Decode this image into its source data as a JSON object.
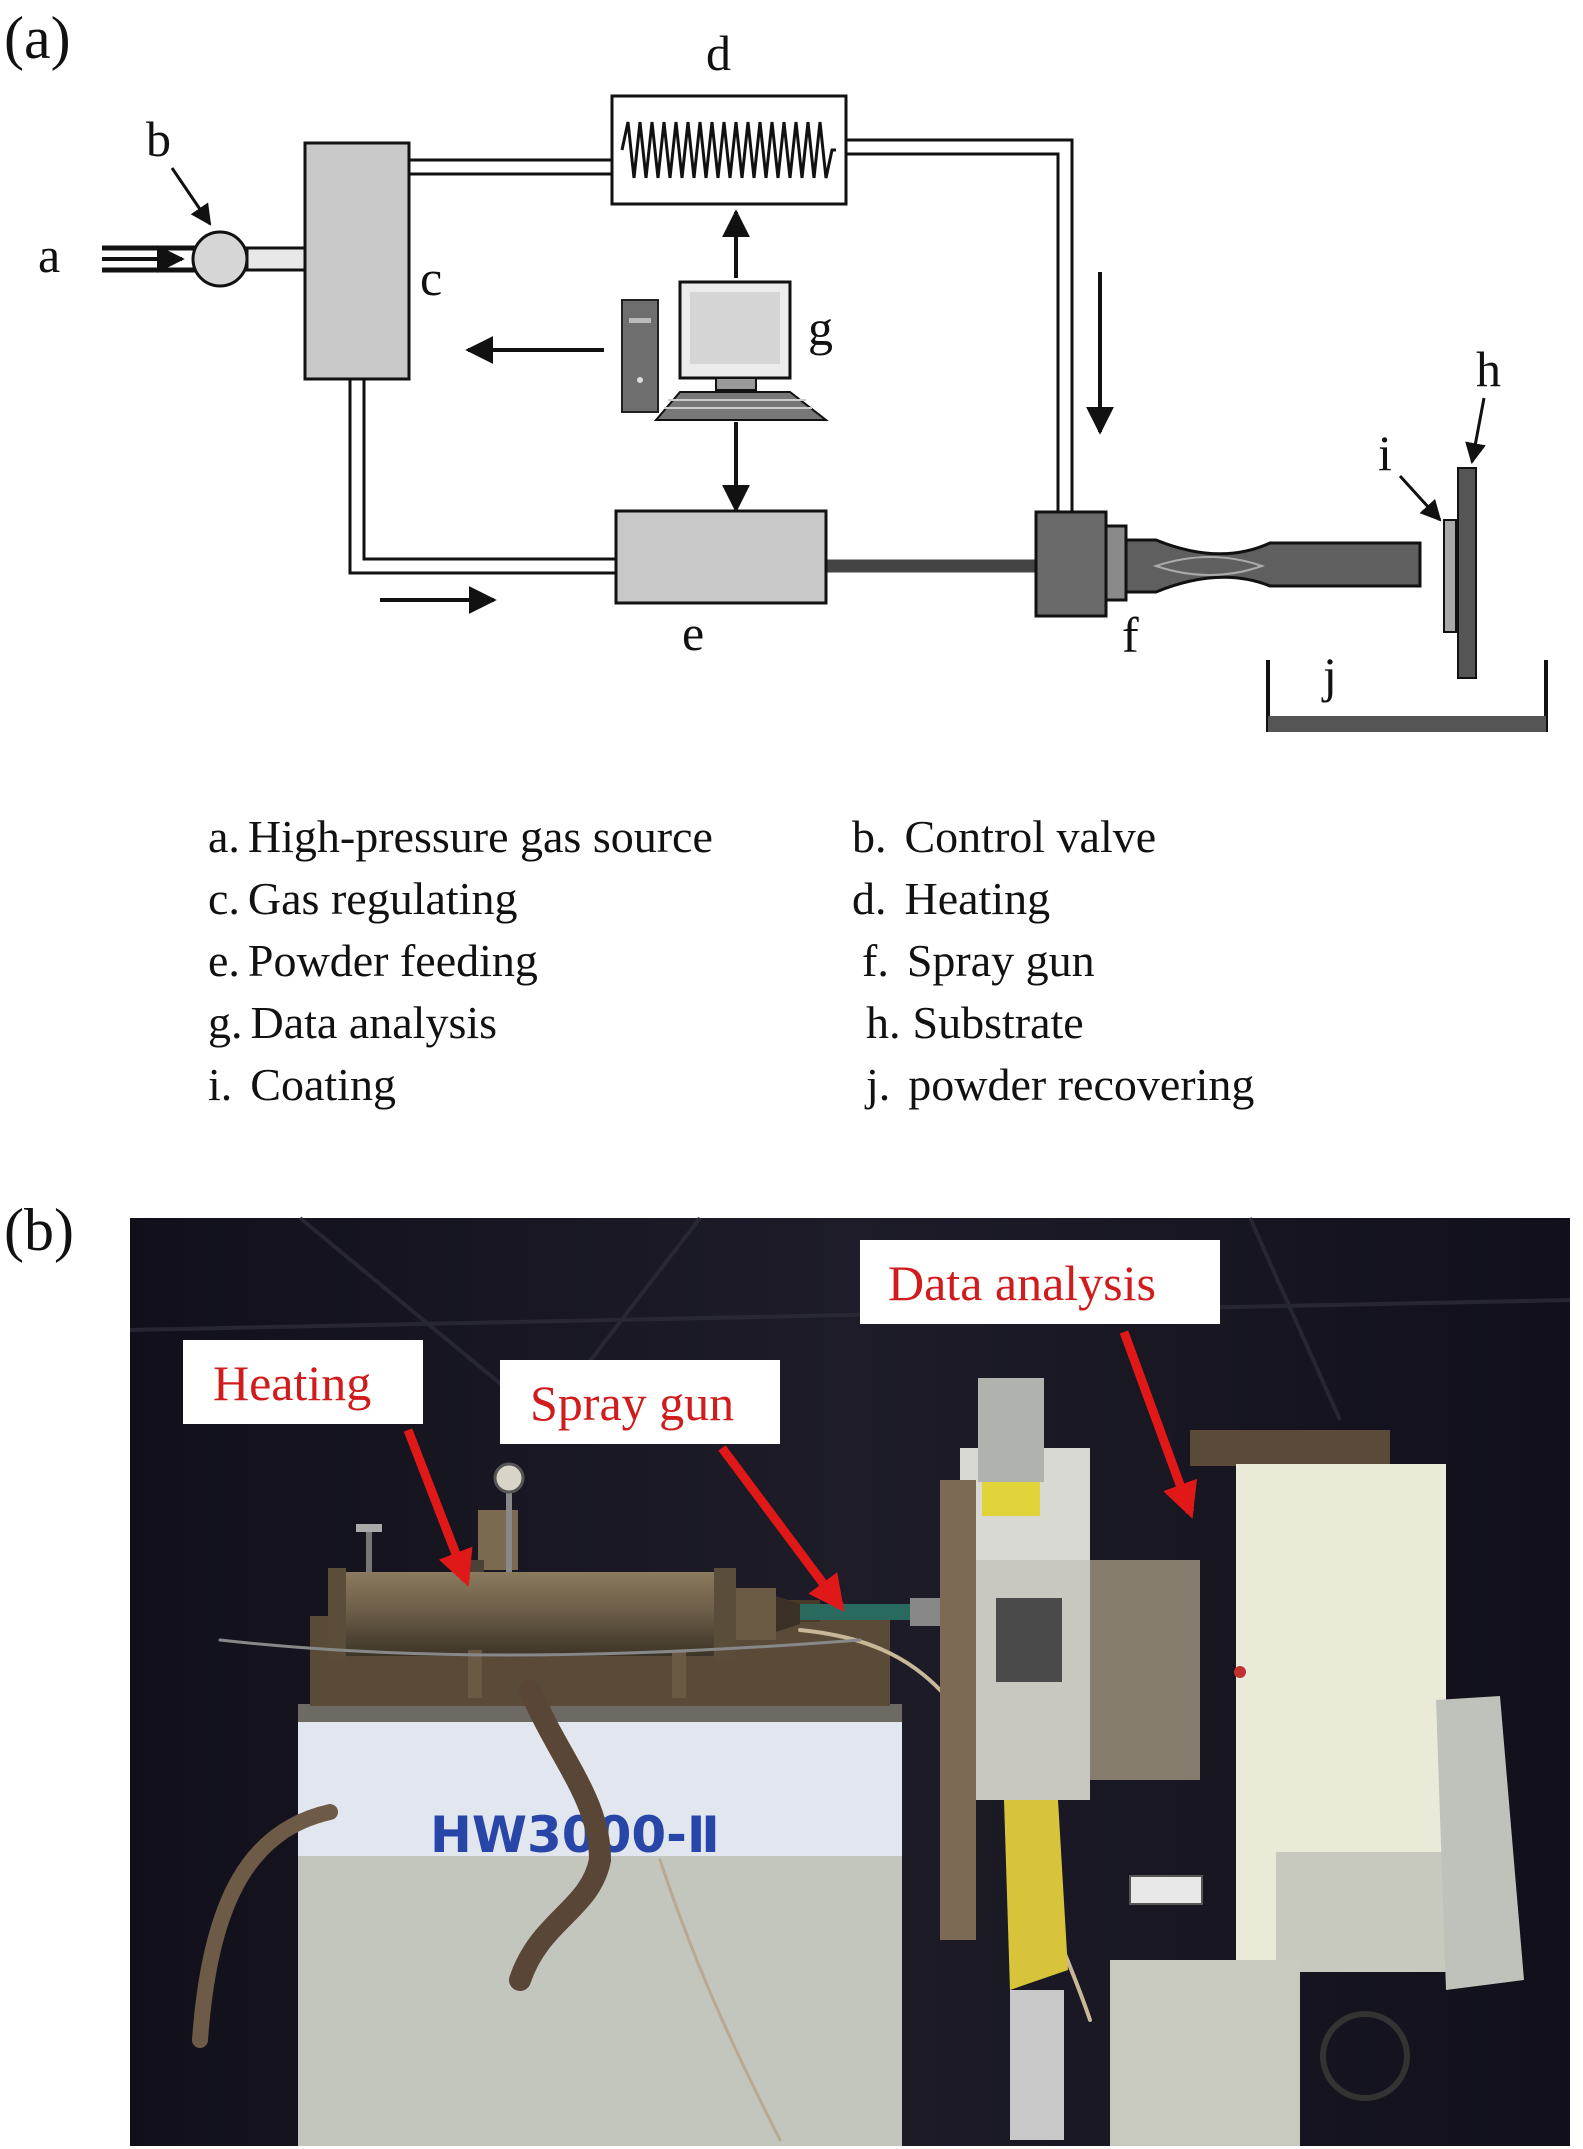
{
  "panels": {
    "a": {
      "tag": "(a)",
      "components": {
        "a": "a",
        "b": "b",
        "c": "c",
        "d": "d",
        "e": "e",
        "f": "f",
        "g": "g",
        "h": "h",
        "i": "i",
        "j": "j"
      },
      "legend": [
        {
          "key": "a.",
          "text": "High-pressure gas source"
        },
        {
          "key": "b.",
          "text": "Control valve"
        },
        {
          "key": "c.",
          "text": "Gas regulating"
        },
        {
          "key": "d.",
          "text": "Heating"
        },
        {
          "key": "e.",
          "text": "Powder feeding"
        },
        {
          "key": "f.",
          "text": "Spray gun"
        },
        {
          "key": "g.",
          "text": "Data analysis"
        },
        {
          "key": "h.",
          "text": "Substrate"
        },
        {
          "key": "i.",
          "text": "Coating"
        },
        {
          "key": "j.",
          "text": "powder recovering"
        }
      ]
    },
    "b": {
      "tag": "(b)",
      "callouts": {
        "heating": "Heating",
        "spray_gun": "Spray gun",
        "data_analysis": "Data analysis"
      },
      "machine_label": "HW3000-Ⅱ"
    }
  },
  "colors": {
    "callout_text": "#d01c1c",
    "callout_arrow": "#e01818",
    "component_fill": "#c8c8c8",
    "dark_component": "#6e6e6e",
    "photo_background": "#14131e"
  }
}
